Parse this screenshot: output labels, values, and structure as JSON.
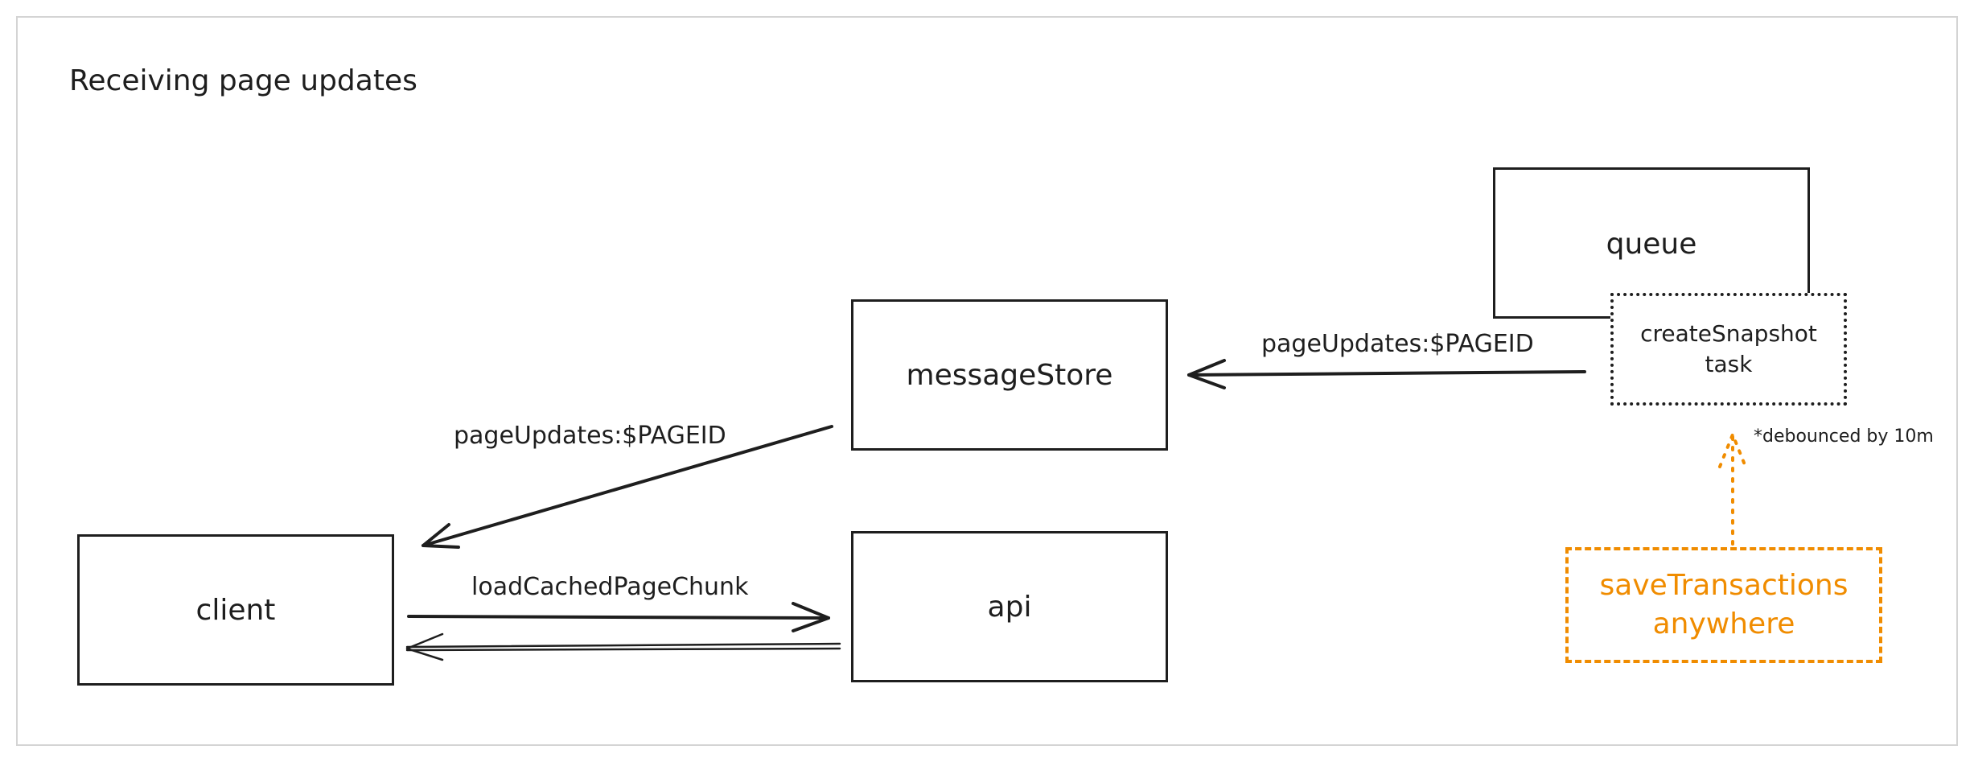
{
  "title": "Receiving page updates",
  "nodes": {
    "message_store": "messageStore",
    "client": "client",
    "api": "api",
    "queue": "queue",
    "create_snapshot": [
      "createSnapshot",
      "task"
    ],
    "save_transactions": [
      "saveTransactions",
      "anywhere"
    ]
  },
  "edges": {
    "page_updates_right": "pageUpdates:$PAGEID",
    "page_updates_left": "pageUpdates:$PAGEID",
    "load_cached": "loadCachedPageChunk",
    "debounced": "*debounced by 10m"
  },
  "colors": {
    "ink": "#1e1e1e",
    "accent": "#f08c00",
    "frame": "#d4d4d4",
    "background": "#ffffff"
  }
}
